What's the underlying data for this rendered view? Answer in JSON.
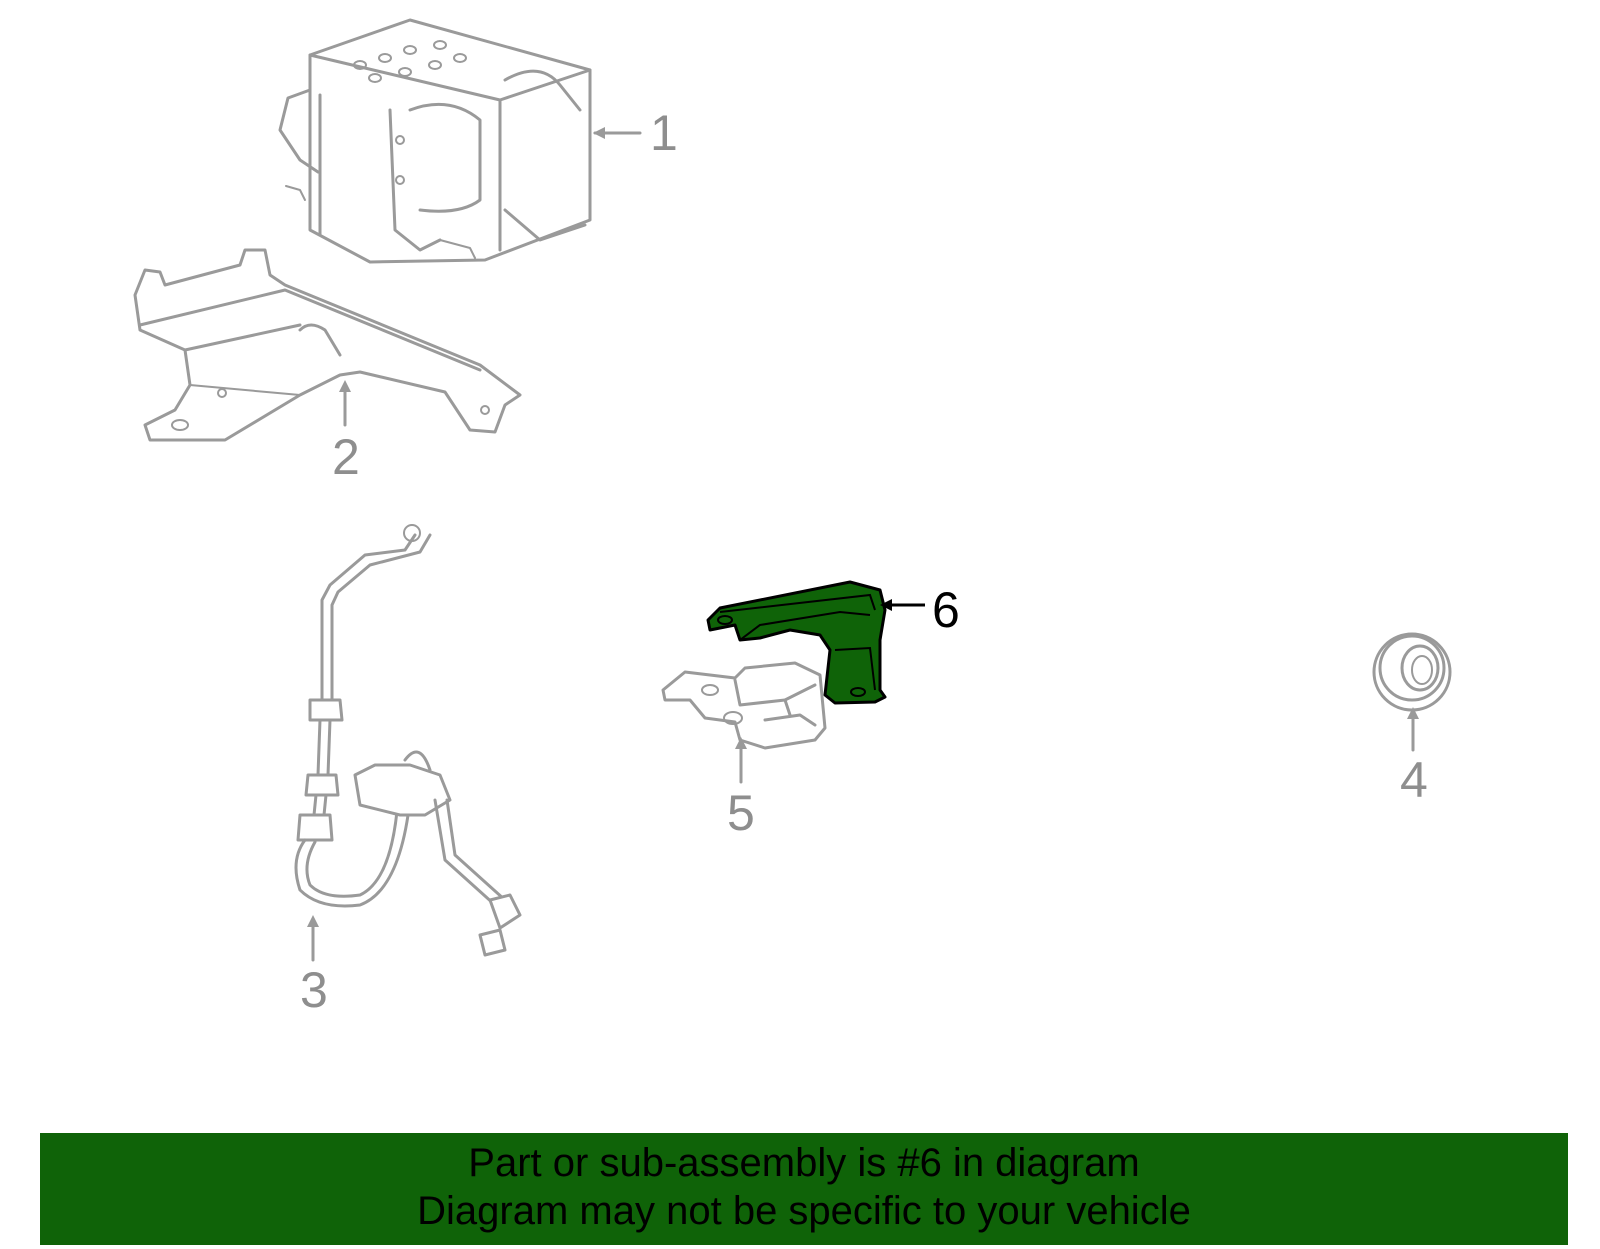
{
  "callouts": [
    {
      "id": "1",
      "label": "1"
    },
    {
      "id": "2",
      "label": "2"
    },
    {
      "id": "3",
      "label": "3"
    },
    {
      "id": "4",
      "label": "4"
    },
    {
      "id": "5",
      "label": "5"
    },
    {
      "id": "6",
      "label": "6"
    }
  ],
  "highlight": {
    "callout": "6",
    "color": "#0f6308"
  },
  "banner": {
    "line1": "Part or sub-assembly is #6 in diagram",
    "line2": "Diagram may not be specific to your vehicle",
    "background": "#0f6308"
  }
}
